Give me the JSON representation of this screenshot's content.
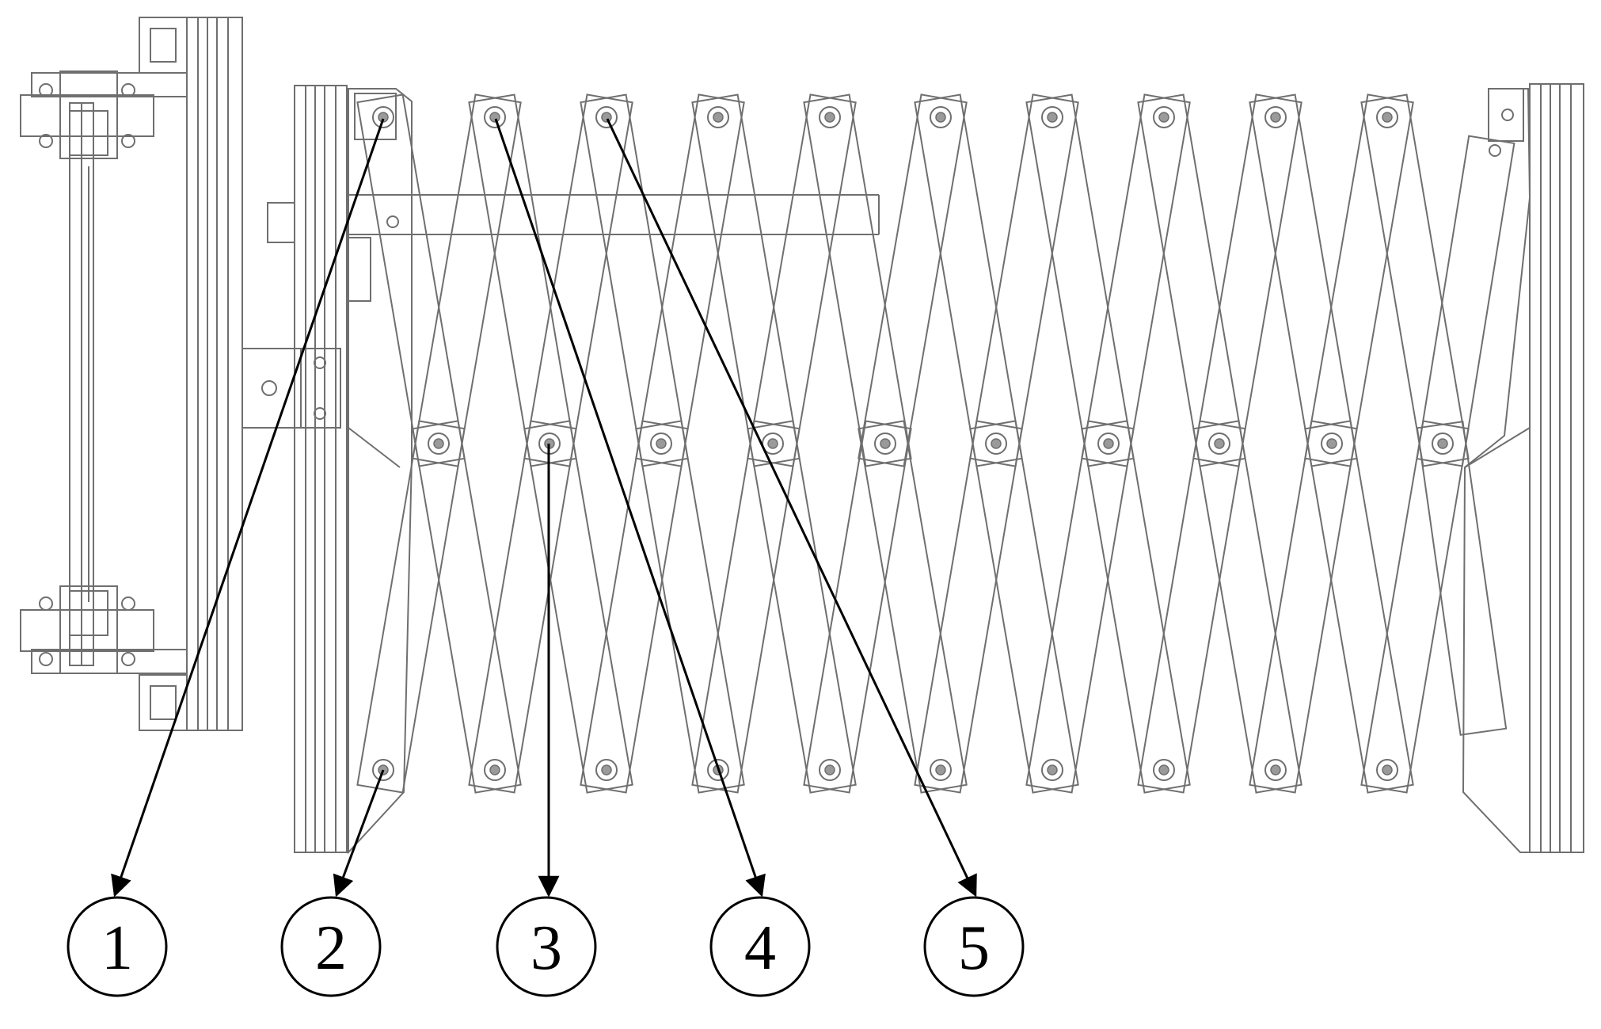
{
  "colors": {
    "line": "#6f6f6f",
    "dark": "#000000",
    "pin_fill": "#9a9a9a",
    "background": "#ffffff"
  },
  "callouts": [
    {
      "label": "1"
    },
    {
      "label": "2"
    },
    {
      "label": "3"
    },
    {
      "label": "4"
    },
    {
      "label": "5"
    }
  ]
}
